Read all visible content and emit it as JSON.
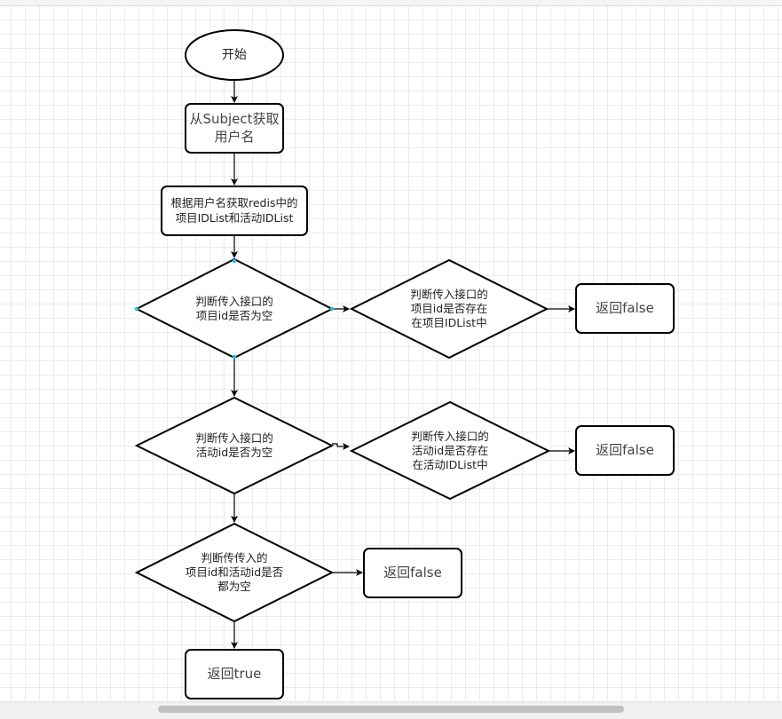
{
  "nodes": {
    "start": "开始",
    "get_username": "从Subject获取\n用户名",
    "get_redis": "根据用户名获取redis中的\n项目IDList和活动IDList",
    "check_project_empty": "判断传入接口的\n项目id是否为空",
    "check_project_in_list": "判断传入接口的\n项目id是否存在\n在项目IDList中",
    "return_false_1": "返回false",
    "check_activity_empty": "判断传入接口的\n活动id是否为空",
    "check_activity_in_list": "判断传入接口的\n活动id是否存在\n在活动IDList中",
    "return_false_2": "返回false",
    "check_both_empty": "判断传传入的\n项目id和活动id是否\n都为空",
    "return_false_3": "返回false",
    "return_true": "返回true"
  },
  "colors": {
    "stroke": "#000000",
    "fill": "#ffffff",
    "grid": "#ebebeb",
    "handle": "#29b6f2"
  }
}
